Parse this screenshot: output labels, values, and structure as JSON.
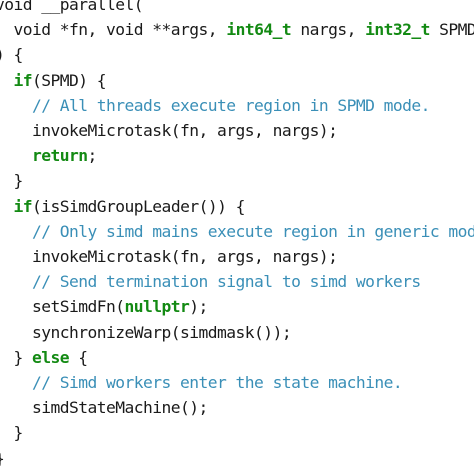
{
  "code": {
    "lines": [
      [
        {
          "t": "void __parallel(",
          "k": "tx"
        }
      ],
      [
        {
          "t": "  void *fn, void **args, ",
          "k": "tx"
        },
        {
          "t": "int64_t",
          "k": "kw"
        },
        {
          "t": " nargs, ",
          "k": "tx"
        },
        {
          "t": "int32_t",
          "k": "kw"
        },
        {
          "t": " SPMD",
          "k": "tx"
        }
      ],
      [
        {
          "t": ") {",
          "k": "tx"
        }
      ],
      [
        {
          "t": "  ",
          "k": "tx"
        },
        {
          "t": "if",
          "k": "kw"
        },
        {
          "t": "(SPMD) {",
          "k": "tx"
        }
      ],
      [
        {
          "t": "    // All threads execute region in SPMD mode.",
          "k": "cm"
        }
      ],
      [
        {
          "t": "    invokeMicrotask(fn, args, nargs);",
          "k": "tx"
        }
      ],
      [
        {
          "t": "    ",
          "k": "tx"
        },
        {
          "t": "return",
          "k": "kw"
        },
        {
          "t": ";",
          "k": "tx"
        }
      ],
      [
        {
          "t": "  }",
          "k": "tx"
        }
      ],
      [
        {
          "t": "  ",
          "k": "tx"
        },
        {
          "t": "if",
          "k": "kw"
        },
        {
          "t": "(isSimdGroupLeader()) {",
          "k": "tx"
        }
      ],
      [
        {
          "t": "    // Only simd mains execute region in generic mode.",
          "k": "cm"
        }
      ],
      [
        {
          "t": "    invokeMicrotask(fn, args, nargs);",
          "k": "tx"
        }
      ],
      [
        {
          "t": "    // Send termination signal to simd workers",
          "k": "cm"
        }
      ],
      [
        {
          "t": "    setSimdFn(",
          "k": "tx"
        },
        {
          "t": "nullptr",
          "k": "kw"
        },
        {
          "t": ");",
          "k": "tx"
        }
      ],
      [
        {
          "t": "    synchronizeWarp(simdmask());",
          "k": "tx"
        }
      ],
      [
        {
          "t": "  } ",
          "k": "tx"
        },
        {
          "t": "else",
          "k": "kw"
        },
        {
          "t": " {",
          "k": "tx"
        }
      ],
      [
        {
          "t": "    // Simd workers enter the state machine.",
          "k": "cm"
        }
      ],
      [
        {
          "t": "    simdStateMachine();",
          "k": "tx"
        }
      ],
      [
        {
          "t": "  }",
          "k": "tx"
        }
      ],
      [
        {
          "t": "}",
          "k": "tx"
        }
      ]
    ]
  },
  "colors": {
    "keyword": "#138a13",
    "comment": "#3a8fb7",
    "text": "#1a1a1a",
    "background": "#ffffff"
  }
}
